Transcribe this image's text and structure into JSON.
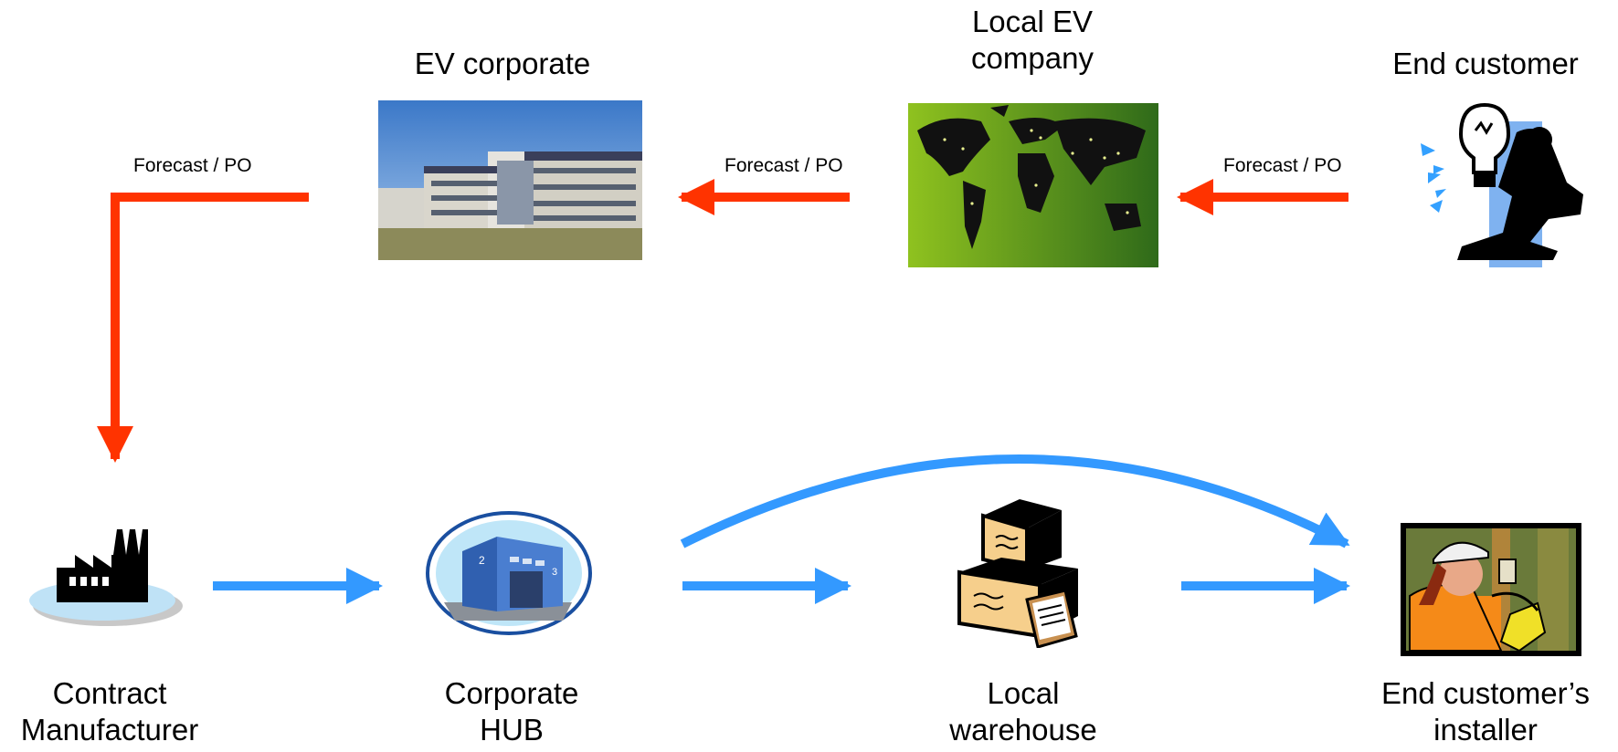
{
  "nodes": {
    "ev_corporate": {
      "label": "EV corporate"
    },
    "local_ev_company": {
      "label": "Local EV\ncompany"
    },
    "end_customer": {
      "label": "End customer"
    },
    "contract_manufacturer": {
      "label": "Contract\nManufacturer"
    },
    "corporate_hub": {
      "label": "Corporate\nHUB"
    },
    "local_warehouse": {
      "label": "Local\nwarehouse"
    },
    "end_customer_installer": {
      "label": "End customer’s\ninstaller"
    }
  },
  "info_flow": {
    "label_1": "Forecast / PO",
    "label_2": "Forecast / PO",
    "label_3": "Forecast / PO",
    "color": "#ff3300"
  },
  "goods_flow": {
    "color": "#3399ff"
  },
  "icons": {
    "ev_corporate": "office-building-photo-icon",
    "local_ev_company": "world-map-icon",
    "end_customer": "customer-lightbulb-icon",
    "contract_manufacturer": "factory-icon",
    "corporate_hub": "warehouse-hub-icon",
    "local_warehouse": "boxes-clipboard-icon",
    "end_customer_installer": "electrician-installer-icon"
  }
}
